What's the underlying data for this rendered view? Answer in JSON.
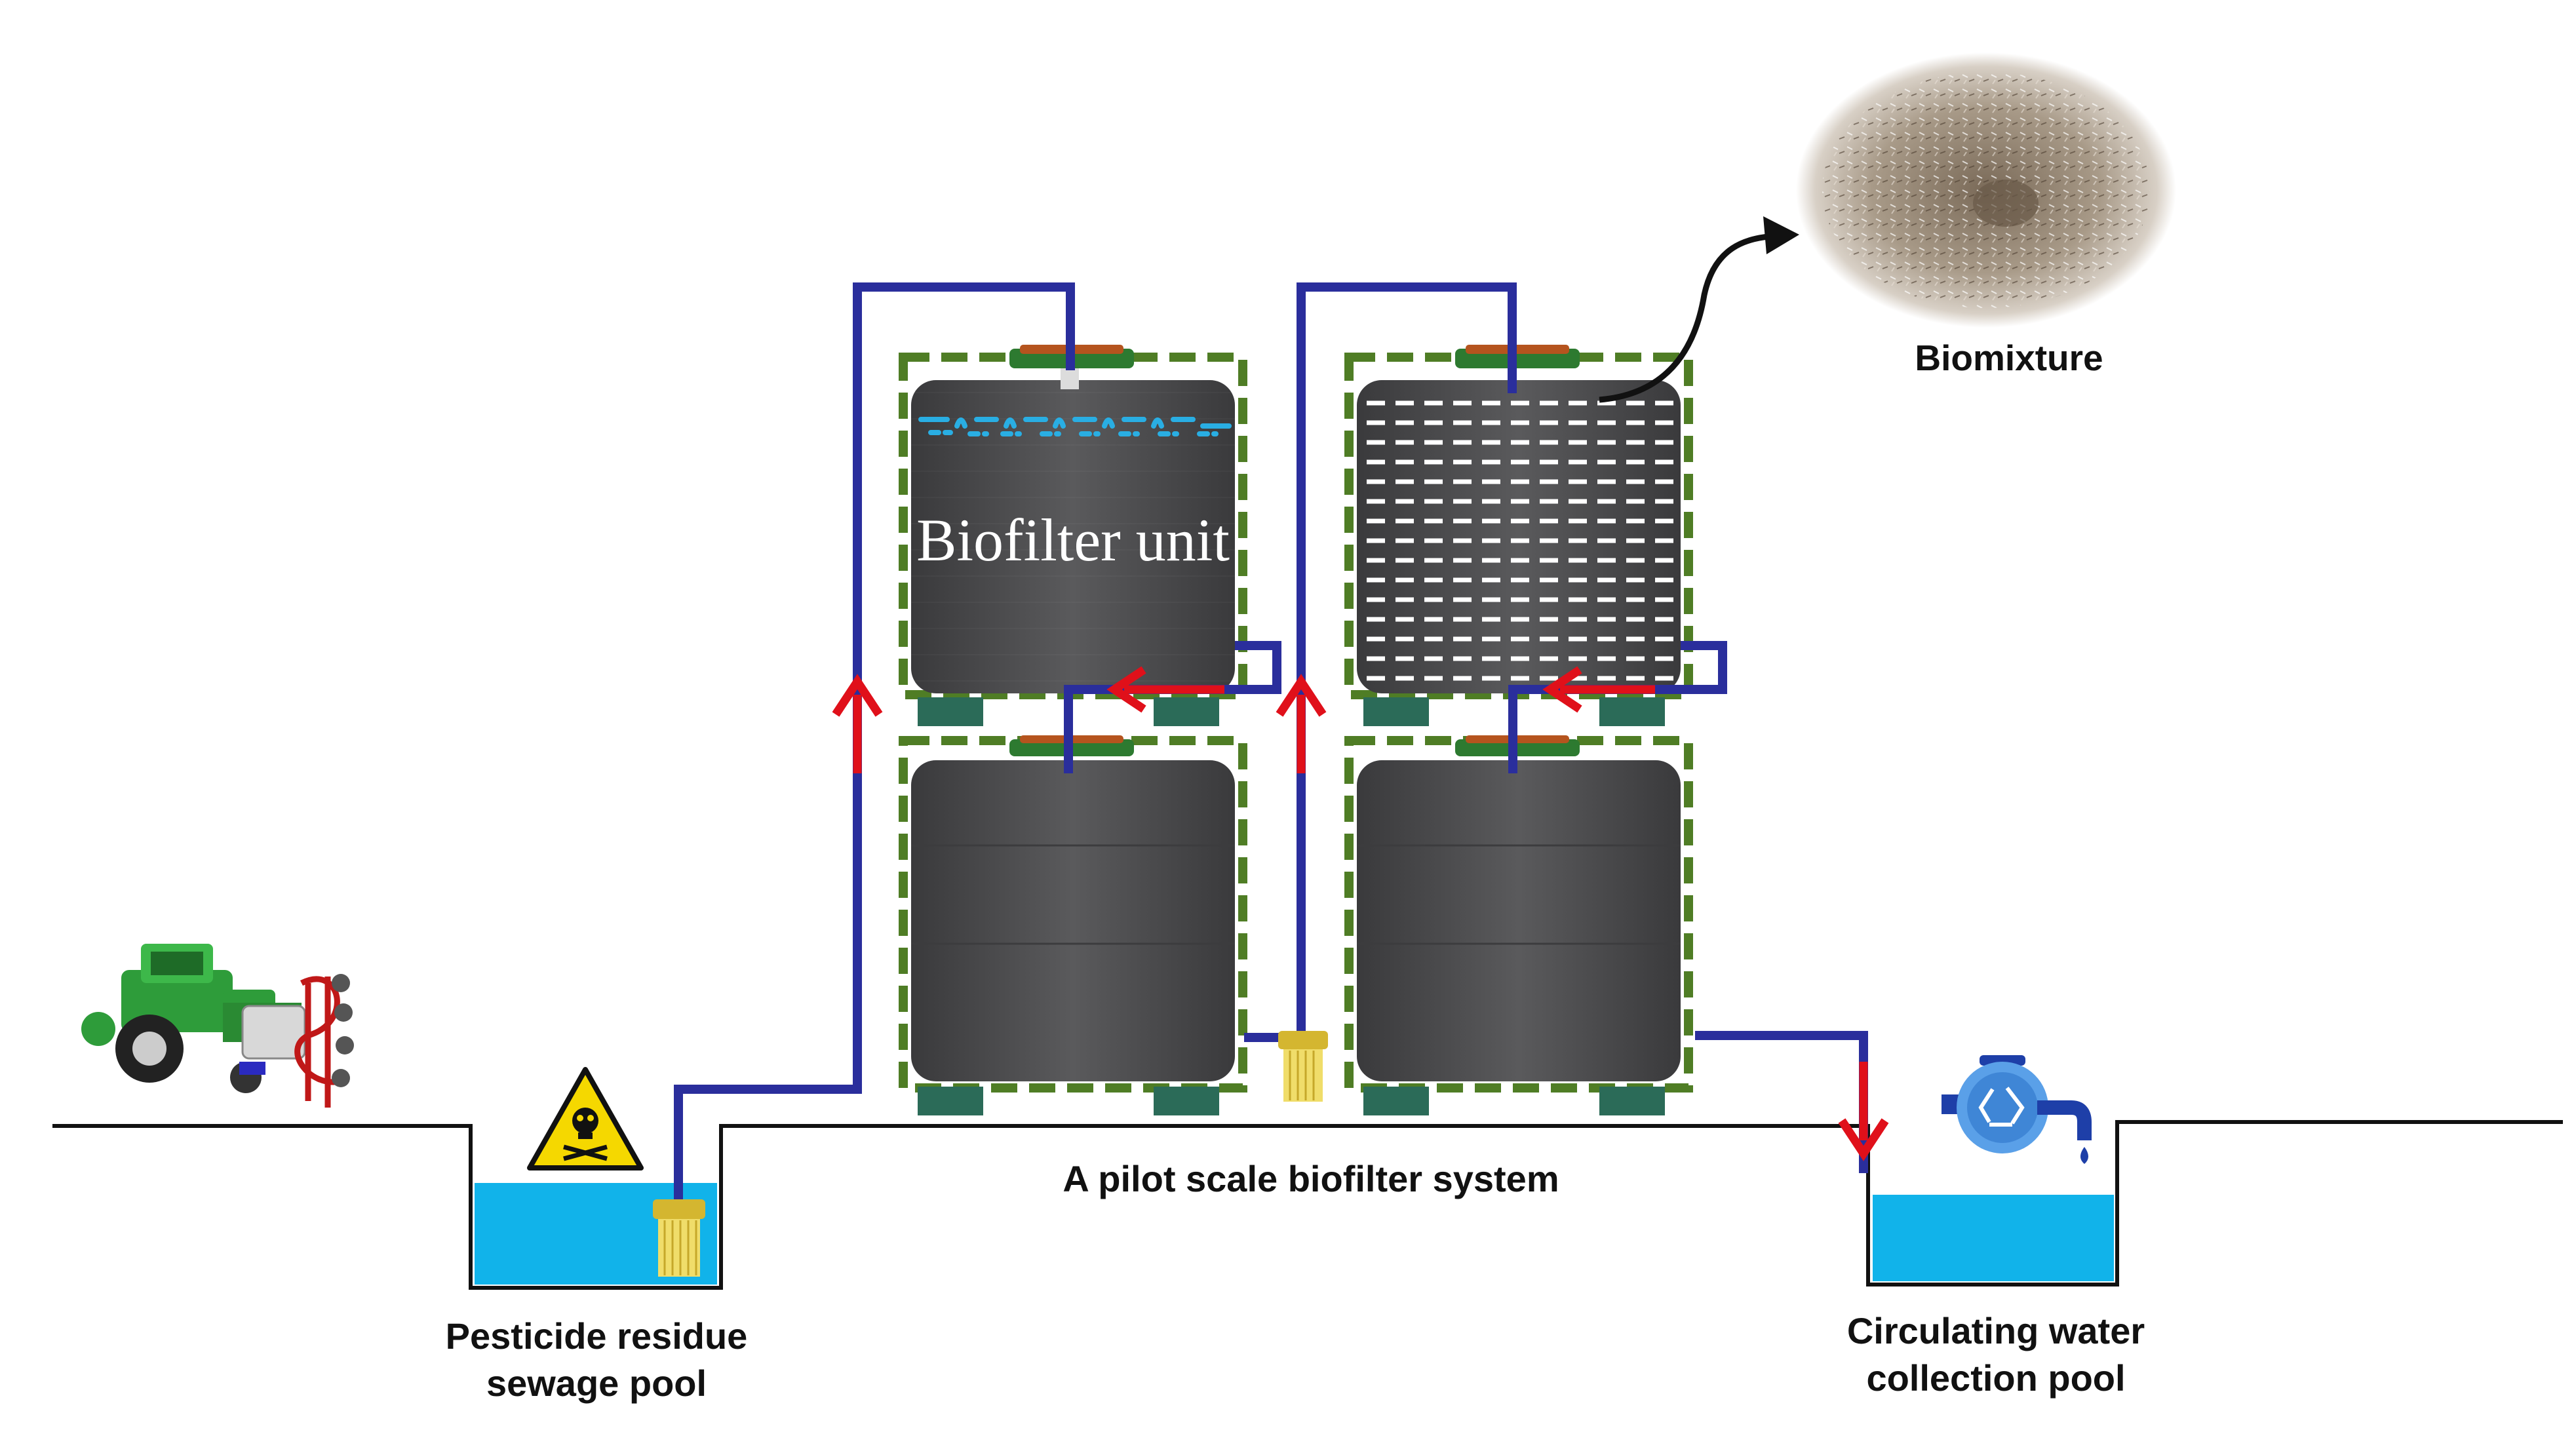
{
  "labels": {
    "biomixture": "Biomixture",
    "biofilter_unit": "Biofilter unit",
    "system": "A pilot scale biofilter system",
    "sewage_pool_line1": "Pesticide residue",
    "sewage_pool_line2": "sewage pool",
    "collection_pool_line1": "Circulating water",
    "collection_pool_line2": "collection pool"
  },
  "colors": {
    "pipe": "#2a2e9c",
    "flow_arrow": "#e0101a",
    "water": "#11b3ea",
    "tank": "#4a4a4c",
    "cage": "#5c8a2e",
    "filter": "#e7d35a",
    "biomixture": "#9c8e7c",
    "tractor": "#2e9c3a",
    "hazard": "#f5d800"
  },
  "icons": {
    "tractor": "tractor-sprayer-icon",
    "hazard": "toxic-hazard-icon",
    "recycle_tap": "recycle-water-tap-icon",
    "filter": "inlet-strainer-icon"
  }
}
